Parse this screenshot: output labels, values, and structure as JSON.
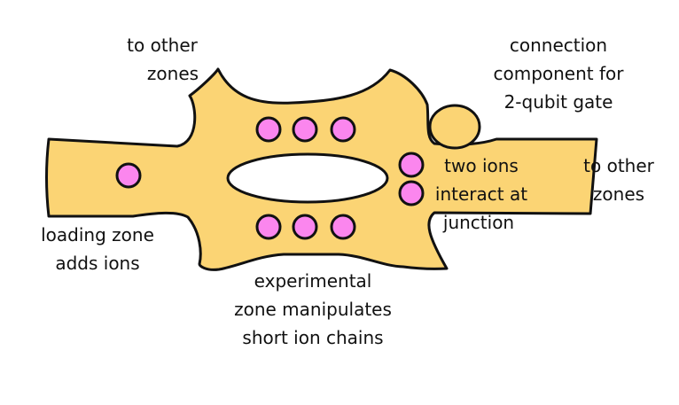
{
  "colors": {
    "trap_fill": "#fbd474",
    "outline": "#111111",
    "ion_fill": "#fb86ee",
    "hole_fill": "#ffffff"
  },
  "labels": {
    "to_other_zones_top": [
      "to other",
      "zones"
    ],
    "connection": [
      "connection",
      "component for",
      "2-qubit gate"
    ],
    "two_ions": [
      "two ions",
      "interact at",
      "junction"
    ],
    "to_other_zones_right": [
      "to other",
      "zones"
    ],
    "loading_zone": [
      "loading zone",
      "adds ions"
    ],
    "experimental_zone": [
      "experimental",
      "zone manipulates",
      "short ion chains"
    ]
  }
}
